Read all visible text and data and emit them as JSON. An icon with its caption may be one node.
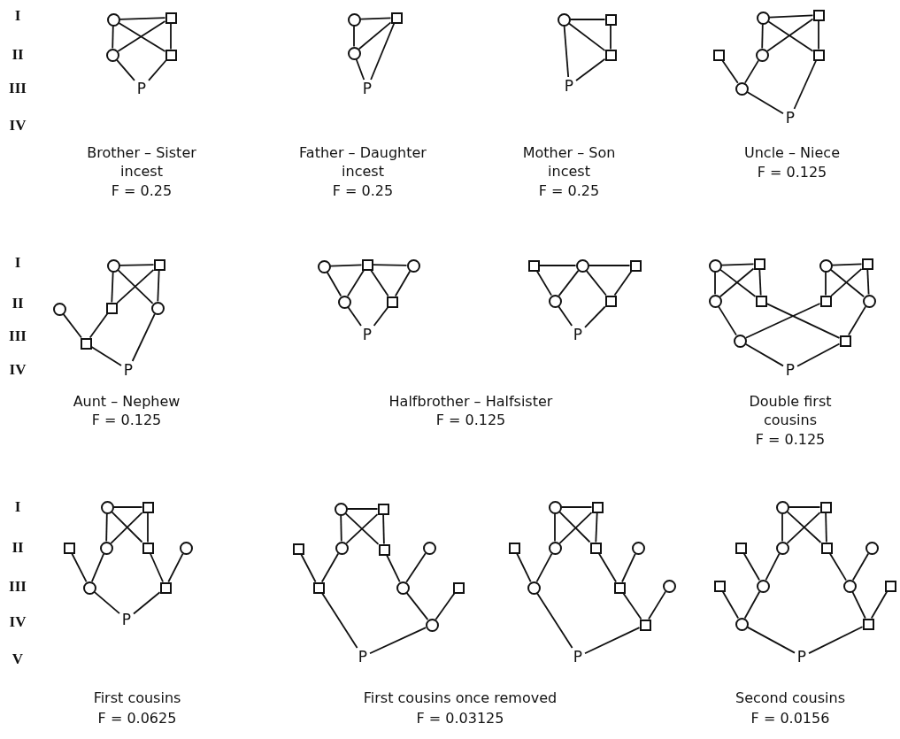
{
  "diagram": {
    "nodes": [
      {
        "text": [],
        "shape": "circle"
      },
      {
        "text": [],
        "shape": "box"
      },
      {
        "text": [],
        "shape": "circle"
      },
      {
        "text": [],
        "shape": "box"
      },
      {
        "text": [
          "P"
        ]
      },
      {
        "text": [],
        "shape": "circle"
      },
      {
        "text": [],
        "shape": "box"
      },
      {
        "text": [],
        "shape": "circle"
      },
      {
        "text": [
          "P"
        ]
      },
      {
        "text": [],
        "shape": "circle"
      },
      {
        "text": [],
        "shape": "box"
      },
      {
        "text": [],
        "shape": "box"
      },
      {
        "text": [
          "P"
        ]
      },
      {
        "text": [],
        "shape": "circle"
      },
      {
        "text": [],
        "shape": "box"
      },
      {
        "text": [],
        "shape": "box"
      },
      {
        "text": [],
        "shape": "circle"
      },
      {
        "text": [],
        "shape": "box"
      },
      {
        "text": [],
        "shape": "circle"
      },
      {
        "text": [
          "P"
        ]
      },
      {
        "text": [],
        "shape": "circle"
      },
      {
        "text": [],
        "shape": "box"
      },
      {
        "text": [],
        "shape": "circle"
      },
      {
        "text": [],
        "shape": "box"
      },
      {
        "text": [],
        "shape": "circle"
      },
      {
        "text": [],
        "shape": "box"
      },
      {
        "text": [
          "P"
        ]
      },
      {
        "text": [],
        "shape": "circle"
      },
      {
        "text": [],
        "shape": "box"
      },
      {
        "text": [],
        "shape": "circle"
      },
      {
        "text": [],
        "shape": "circle"
      },
      {
        "text": [],
        "shape": "box"
      },
      {
        "text": [
          "P"
        ]
      },
      {
        "text": [],
        "shape": "box"
      },
      {
        "text": [],
        "shape": "circle"
      },
      {
        "text": [],
        "shape": "box"
      },
      {
        "text": [],
        "shape": "circle"
      },
      {
        "text": [],
        "shape": "box"
      },
      {
        "text": [
          "P"
        ]
      },
      {
        "text": [],
        "shape": "circle"
      },
      {
        "text": [],
        "shape": "box"
      },
      {
        "text": [],
        "shape": "circle"
      },
      {
        "text": [],
        "shape": "box"
      },
      {
        "text": [],
        "shape": "circle"
      },
      {
        "text": [],
        "shape": "box"
      },
      {
        "text": [],
        "shape": "box"
      },
      {
        "text": [],
        "shape": "circle"
      },
      {
        "text": [],
        "shape": "circle"
      },
      {
        "text": [],
        "shape": "box"
      },
      {
        "text": [
          "P"
        ]
      },
      {
        "text": [],
        "shape": "circle"
      },
      {
        "text": [],
        "shape": "box"
      },
      {
        "text": [],
        "shape": "box"
      },
      {
        "text": [],
        "shape": "circle"
      },
      {
        "text": [],
        "shape": "box"
      },
      {
        "text": [],
        "shape": "circle"
      },
      {
        "text": [],
        "shape": "circle"
      },
      {
        "text": [],
        "shape": "box"
      },
      {
        "text": [
          "P"
        ]
      },
      {
        "text": [],
        "shape": "circle"
      },
      {
        "text": [],
        "shape": "box"
      },
      {
        "text": [],
        "shape": "box"
      },
      {
        "text": [],
        "shape": "circle"
      },
      {
        "text": [],
        "shape": "box"
      },
      {
        "text": [],
        "shape": "circle"
      },
      {
        "text": [],
        "shape": "box"
      },
      {
        "text": [],
        "shape": "circle"
      },
      {
        "text": [],
        "shape": "box"
      },
      {
        "text": [],
        "shape": "circle"
      },
      {
        "text": [
          "P"
        ]
      },
      {
        "text": [],
        "shape": "circle"
      },
      {
        "text": [],
        "shape": "box"
      },
      {
        "text": [],
        "shape": "box"
      },
      {
        "text": [],
        "shape": "circle"
      },
      {
        "text": [],
        "shape": "box"
      },
      {
        "text": [],
        "shape": "circle"
      },
      {
        "text": [],
        "shape": "circle"
      },
      {
        "text": [],
        "shape": "box"
      },
      {
        "text": [],
        "shape": "circle"
      },
      {
        "text": [],
        "shape": "box"
      },
      {
        "text": [
          "P"
        ]
      },
      {
        "text": [],
        "shape": "circle"
      },
      {
        "text": [],
        "shape": "box"
      },
      {
        "text": [],
        "shape": "box"
      },
      {
        "text": [],
        "shape": "circle"
      },
      {
        "text": [],
        "shape": "box"
      },
      {
        "text": [],
        "shape": "circle"
      },
      {
        "text": [],
        "shape": "box"
      },
      {
        "text": [],
        "shape": "circle"
      },
      {
        "text": [],
        "shape": "circle"
      },
      {
        "text": [],
        "shape": "box"
      },
      {
        "text": [],
        "shape": "circle"
      },
      {
        "text": [],
        "shape": "box"
      },
      {
        "text": [
          "P"
        ]
      }
    ],
    "edges": [
      {
        "from": 0,
        "to": 1,
        "arrow": "none"
      },
      {
        "from": 0,
        "to": 2,
        "arrow": "none"
      },
      {
        "from": 1,
        "to": 3,
        "arrow": "none"
      },
      {
        "from": 0,
        "to": 3,
        "arrow": "none"
      },
      {
        "from": 1,
        "to": 2,
        "arrow": "none"
      },
      {
        "from": 2,
        "to": 4,
        "arrow": "none"
      },
      {
        "from": 3,
        "to": 4,
        "arrow": "none"
      },
      {
        "from": 5,
        "to": 6,
        "arrow": "none"
      },
      {
        "from": 5,
        "to": 7,
        "arrow": "none"
      },
      {
        "from": 6,
        "to": 7,
        "arrow": "none"
      },
      {
        "from": 7,
        "to": 8,
        "arrow": "none"
      },
      {
        "from": 6,
        "to": 8,
        "arrow": "none"
      },
      {
        "from": 9,
        "to": 10,
        "arrow": "none"
      },
      {
        "from": 10,
        "to": 11,
        "arrow": "none"
      },
      {
        "from": 9,
        "to": 11,
        "arrow": "none"
      },
      {
        "from": 9,
        "to": 12,
        "arrow": "none"
      },
      {
        "from": 11,
        "to": 12,
        "arrow": "none"
      },
      {
        "from": 13,
        "to": 14,
        "arrow": "none"
      },
      {
        "from": 13,
        "to": 16,
        "arrow": "none"
      },
      {
        "from": 14,
        "to": 17,
        "arrow": "none"
      },
      {
        "from": 13,
        "to": 17,
        "arrow": "none"
      },
      {
        "from": 14,
        "to": 16,
        "arrow": "none"
      },
      {
        "from": 15,
        "to": 18,
        "arrow": "none"
      },
      {
        "from": 16,
        "to": 18,
        "arrow": "none"
      },
      {
        "from": 18,
        "to": 19,
        "arrow": "none"
      },
      {
        "from": 17,
        "to": 19,
        "arrow": "none"
      },
      {
        "from": 20,
        "to": 21,
        "arrow": "none"
      },
      {
        "from": 20,
        "to": 23,
        "arrow": "none"
      },
      {
        "from": 21,
        "to": 24,
        "arrow": "none"
      },
      {
        "from": 20,
        "to": 24,
        "arrow": "none"
      },
      {
        "from": 21,
        "to": 23,
        "arrow": "none"
      },
      {
        "from": 22,
        "to": 25,
        "arrow": "none"
      },
      {
        "from": 23,
        "to": 25,
        "arrow": "none"
      },
      {
        "from": 25,
        "to": 26,
        "arrow": "none"
      },
      {
        "from": 24,
        "to": 26,
        "arrow": "none"
      },
      {
        "from": 27,
        "to": 28,
        "arrow": "none"
      },
      {
        "from": 28,
        "to": 29,
        "arrow": "none"
      },
      {
        "from": 27,
        "to": 30,
        "arrow": "none"
      },
      {
        "from": 28,
        "to": 30,
        "arrow": "none"
      },
      {
        "from": 28,
        "to": 31,
        "arrow": "none"
      },
      {
        "from": 29,
        "to": 31,
        "arrow": "none"
      },
      {
        "from": 30,
        "to": 32,
        "arrow": "none"
      },
      {
        "from": 31,
        "to": 32,
        "arrow": "none"
      },
      {
        "from": 33,
        "to": 34,
        "arrow": "none"
      },
      {
        "from": 34,
        "to": 35,
        "arrow": "none"
      },
      {
        "from": 33,
        "to": 36,
        "arrow": "none"
      },
      {
        "from": 34,
        "to": 36,
        "arrow": "none"
      },
      {
        "from": 34,
        "to": 37,
        "arrow": "none"
      },
      {
        "from": 35,
        "to": 37,
        "arrow": "none"
      },
      {
        "from": 36,
        "to": 38,
        "arrow": "none"
      },
      {
        "from": 37,
        "to": 38,
        "arrow": "none"
      },
      {
        "from": 39,
        "to": 40,
        "arrow": "none"
      },
      {
        "from": 39,
        "to": 43,
        "arrow": "none"
      },
      {
        "from": 40,
        "to": 44,
        "arrow": "none"
      },
      {
        "from": 39,
        "to": 44,
        "arrow": "none"
      },
      {
        "from": 40,
        "to": 43,
        "arrow": "none"
      },
      {
        "from": 41,
        "to": 42,
        "arrow": "none"
      },
      {
        "from": 41,
        "to": 45,
        "arrow": "none"
      },
      {
        "from": 42,
        "to": 46,
        "arrow": "none"
      },
      {
        "from": 41,
        "to": 46,
        "arrow": "none"
      },
      {
        "from": 42,
        "to": 45,
        "arrow": "none"
      },
      {
        "from": 43,
        "to": 47,
        "arrow": "none"
      },
      {
        "from": 44,
        "to": 48,
        "arrow": "none"
      },
      {
        "from": 45,
        "to": 47,
        "arrow": "none"
      },
      {
        "from": 46,
        "to": 48,
        "arrow": "none"
      },
      {
        "from": 47,
        "to": 49,
        "arrow": "none"
      },
      {
        "from": 48,
        "to": 49,
        "arrow": "none"
      },
      {
        "from": 50,
        "to": 51,
        "arrow": "none"
      },
      {
        "from": 50,
        "to": 53,
        "arrow": "none"
      },
      {
        "from": 51,
        "to": 54,
        "arrow": "none"
      },
      {
        "from": 50,
        "to": 54,
        "arrow": "none"
      },
      {
        "from": 51,
        "to": 53,
        "arrow": "none"
      },
      {
        "from": 52,
        "to": 56,
        "arrow": "none"
      },
      {
        "from": 53,
        "to": 56,
        "arrow": "none"
      },
      {
        "from": 54,
        "to": 57,
        "arrow": "none"
      },
      {
        "from": 55,
        "to": 57,
        "arrow": "none"
      },
      {
        "from": 56,
        "to": 58,
        "arrow": "none"
      },
      {
        "from": 57,
        "to": 58,
        "arrow": "none"
      },
      {
        "from": 59,
        "to": 60,
        "arrow": "none"
      },
      {
        "from": 59,
        "to": 62,
        "arrow": "none"
      },
      {
        "from": 60,
        "to": 63,
        "arrow": "none"
      },
      {
        "from": 59,
        "to": 63,
        "arrow": "none"
      },
      {
        "from": 60,
        "to": 62,
        "arrow": "none"
      },
      {
        "from": 61,
        "to": 65,
        "arrow": "none"
      },
      {
        "from": 62,
        "to": 65,
        "arrow": "none"
      },
      {
        "from": 63,
        "to": 66,
        "arrow": "none"
      },
      {
        "from": 64,
        "to": 66,
        "arrow": "none"
      },
      {
        "from": 66,
        "to": 68,
        "arrow": "none"
      },
      {
        "from": 67,
        "to": 68,
        "arrow": "none"
      },
      {
        "from": 65,
        "to": 69,
        "arrow": "none"
      },
      {
        "from": 68,
        "to": 69,
        "arrow": "none"
      },
      {
        "from": 70,
        "to": 71,
        "arrow": "none"
      },
      {
        "from": 70,
        "to": 73,
        "arrow": "none"
      },
      {
        "from": 71,
        "to": 74,
        "arrow": "none"
      },
      {
        "from": 70,
        "to": 74,
        "arrow": "none"
      },
      {
        "from": 71,
        "to": 73,
        "arrow": "none"
      },
      {
        "from": 72,
        "to": 76,
        "arrow": "none"
      },
      {
        "from": 73,
        "to": 76,
        "arrow": "none"
      },
      {
        "from": 74,
        "to": 77,
        "arrow": "none"
      },
      {
        "from": 75,
        "to": 77,
        "arrow": "none"
      },
      {
        "from": 77,
        "to": 79,
        "arrow": "none"
      },
      {
        "from": 78,
        "to": 79,
        "arrow": "none"
      },
      {
        "from": 76,
        "to": 80,
        "arrow": "none"
      },
      {
        "from": 79,
        "to": 80,
        "arrow": "none"
      },
      {
        "from": 81,
        "to": 82,
        "arrow": "none"
      },
      {
        "from": 81,
        "to": 84,
        "arrow": "none"
      },
      {
        "from": 82,
        "to": 85,
        "arrow": "none"
      },
      {
        "from": 81,
        "to": 85,
        "arrow": "none"
      },
      {
        "from": 82,
        "to": 84,
        "arrow": "none"
      },
      {
        "from": 83,
        "to": 88,
        "arrow": "none"
      },
      {
        "from": 84,
        "to": 88,
        "arrow": "none"
      },
      {
        "from": 85,
        "to": 89,
        "arrow": "none"
      },
      {
        "from": 86,
        "to": 89,
        "arrow": "none"
      },
      {
        "from": 87,
        "to": 91,
        "arrow": "none"
      },
      {
        "from": 88,
        "to": 91,
        "arrow": "none"
      },
      {
        "from": 89,
        "to": 92,
        "arrow": "none"
      },
      {
        "from": 90,
        "to": 92,
        "arrow": "none"
      },
      {
        "from": 91,
        "to": 93,
        "arrow": "none"
      },
      {
        "from": 92,
        "to": 93,
        "arrow": "none"
      }
    ],
    "labels": [
      "I",
      "II",
      "III",
      "IV",
      "Brother – Sister incest",
      "F = 0.25",
      "Father – Daughter incest",
      "F = 0.25",
      "Mother – Son incest",
      "F = 0.25",
      "Uncle – Niece",
      "F = 0.125",
      "I",
      "II",
      "III",
      "IV",
      "Aunt – Nephew",
      "F = 0.125",
      "Halfbrother – Halfsister",
      "F = 0.125",
      "Double first cousins",
      "F = 0.125",
      "I",
      "II",
      "III",
      "IV",
      "V",
      "First cousins",
      "F = 0.0625",
      "First cousins once removed",
      "F = 0.03125",
      "Second cousins",
      "F = 0.0156"
    ]
  }
}
